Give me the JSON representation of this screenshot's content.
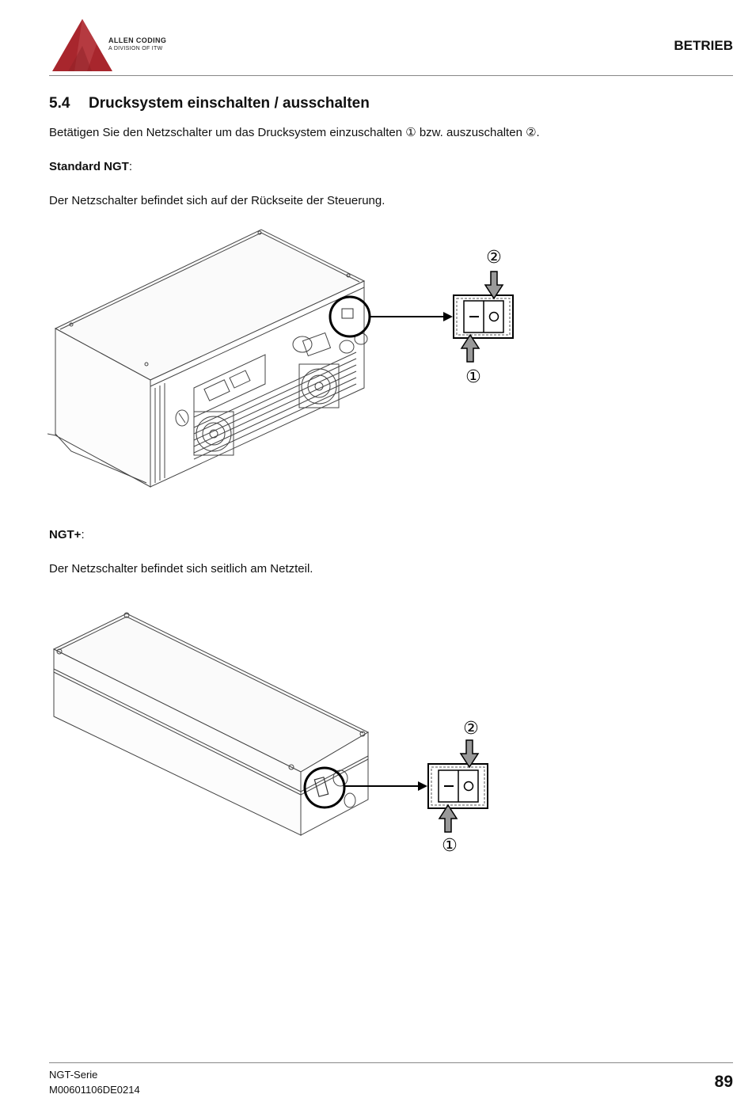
{
  "header": {
    "brand_name": "ALLEN CODING",
    "brand_sub": "A DIVISION OF ITW",
    "chapter": "BETRIEB",
    "logo_colors": [
      "#a8262d",
      "#c04a50"
    ]
  },
  "section": {
    "number": "5.4",
    "title": "Drucksystem einschalten / ausschalten"
  },
  "intro": "Betätigen Sie den Netzschalter um das Drucksystem einzuschalten ① bzw. auszuschalten ②.",
  "standard": {
    "label": "Standard NGT",
    "text": "Der Netzschalter befindet sich auf der Rückseite der Steuerung.",
    "marker_on": "①",
    "marker_off": "②"
  },
  "ngtplus": {
    "label": "NGT+",
    "text": "Der Netzschalter befindet sich seitlich am Netzteil.",
    "marker_on": "①",
    "marker_off": "②"
  },
  "footer": {
    "series": "NGT-Serie",
    "doc_id": "M00601106DE0214",
    "page": "89"
  }
}
